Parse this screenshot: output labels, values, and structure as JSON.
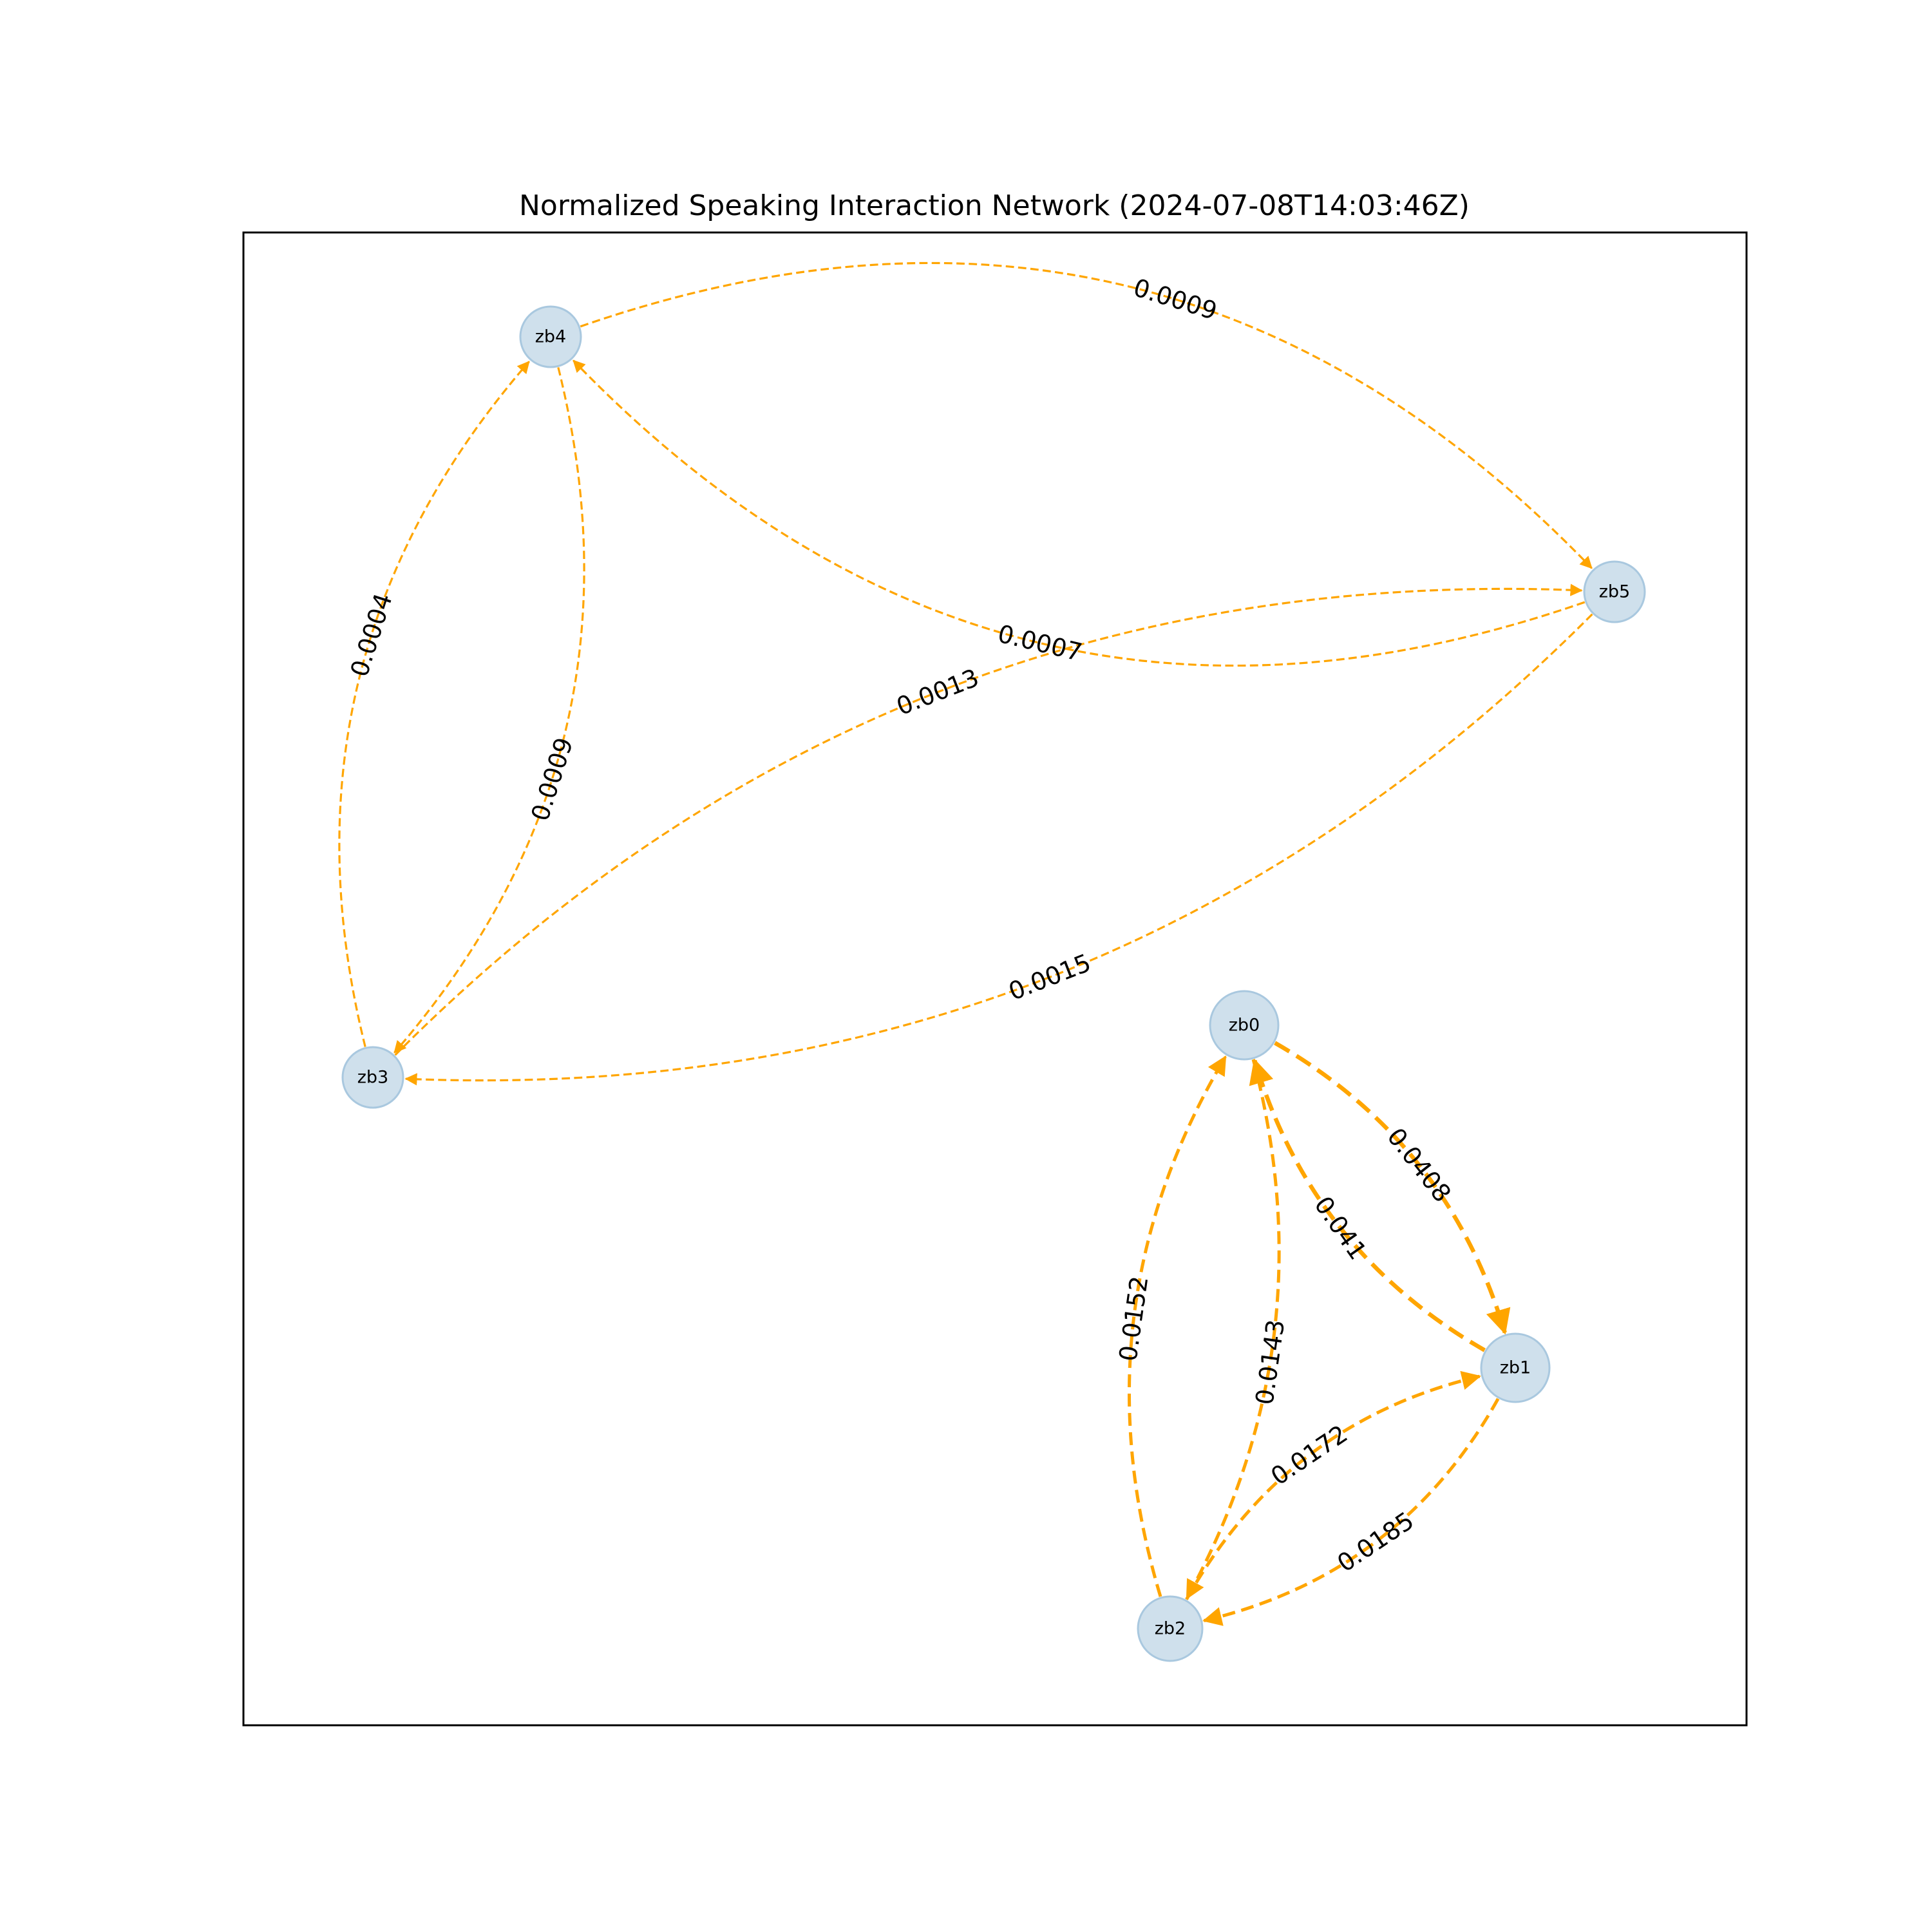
{
  "title": "Normalized Speaking Interaction Network (2024-07-08T14:03:46Z)",
  "colors": {
    "edge": "#ffa500",
    "node_fill": "#cfe0ec",
    "node_stroke": "#a9c8df",
    "frame": "#000000"
  },
  "nodes": [
    {
      "id": "zb0",
      "label": "zb0"
    },
    {
      "id": "zb1",
      "label": "zb1"
    },
    {
      "id": "zb2",
      "label": "zb2"
    },
    {
      "id": "zb3",
      "label": "zb3"
    },
    {
      "id": "zb4",
      "label": "zb4"
    },
    {
      "id": "zb5",
      "label": "zb5"
    }
  ],
  "edges": [
    {
      "source": "zb5",
      "target": "zb4",
      "weight": "0.0007"
    },
    {
      "source": "zb4",
      "target": "zb5",
      "weight": "0.0009"
    },
    {
      "source": "zb4",
      "target": "zb3",
      "weight": "0.0009"
    },
    {
      "source": "zb3",
      "target": "zb4",
      "weight": "0.0004"
    },
    {
      "source": "zb5",
      "target": "zb3",
      "weight": "0.0015"
    },
    {
      "source": "zb3",
      "target": "zb5",
      "weight": "0.0013"
    },
    {
      "source": "zb1",
      "target": "zb0",
      "weight": "0.041"
    },
    {
      "source": "zb0",
      "target": "zb1",
      "weight": "0.0408"
    },
    {
      "source": "zb0",
      "target": "zb2",
      "weight": "0.0143"
    },
    {
      "source": "zb2",
      "target": "zb0",
      "weight": "0.0152"
    },
    {
      "source": "zb1",
      "target": "zb2",
      "weight": "0.0185"
    },
    {
      "source": "zb2",
      "target": "zb1",
      "weight": "0.0172"
    }
  ]
}
